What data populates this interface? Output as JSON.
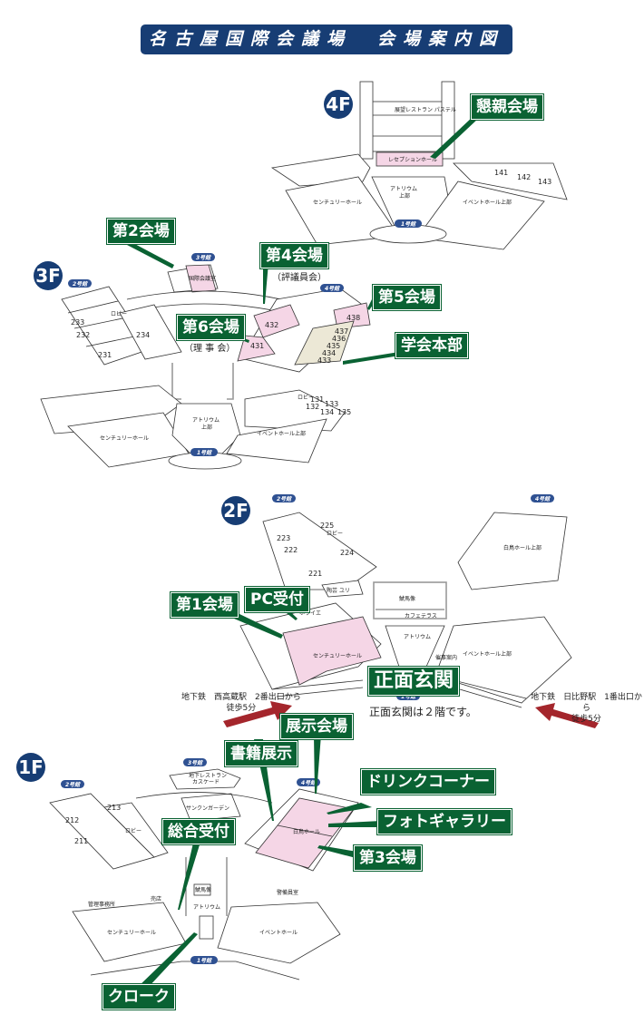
{
  "title": "名古屋国際会議場　会場案内図",
  "colors": {
    "navy": "#173d74",
    "callout_green": "#0a6233",
    "room_pink": "#f5d6e6",
    "arrow_red": "#a4262c"
  },
  "floors": {
    "f4": {
      "badge": "4F",
      "rooms": [
        "展望レストラン パステル",
        "レセプションホール",
        "アトリウム 上部",
        "センチュリーホール",
        "イベントホール上部",
        "141",
        "142",
        "143"
      ],
      "building_tag": "1号館",
      "callouts": [
        {
          "label": "懇親会場",
          "target": "レセプションホール"
        }
      ]
    },
    "f3": {
      "badge": "3F",
      "rooms": [
        "国際会議室",
        "ロビー",
        "233",
        "232",
        "231",
        "234",
        "432",
        "431",
        "438",
        "437",
        "436",
        "435",
        "434",
        "433",
        "ロビー",
        "131",
        "132",
        "133",
        "134",
        "135",
        "アトリウム 上部",
        "センチュリーホール",
        "イベントホール上部"
      ],
      "building_tags": [
        "2号館",
        "3号館",
        "4号館",
        "1号館"
      ],
      "callouts": [
        {
          "label": "第2会場",
          "target": "国際会議室"
        },
        {
          "label": "第4会場",
          "note": "（評議員会）",
          "target": "432"
        },
        {
          "label": "第5会場",
          "target": "438"
        },
        {
          "label": "第6会場",
          "note": "（理 事 会）",
          "target": "431"
        },
        {
          "label": "学会本部",
          "target": "433-437"
        }
      ]
    },
    "f2": {
      "badge": "2F",
      "rooms": [
        "225",
        "ロビー",
        "223",
        "222",
        "224",
        "221",
        "陶芸 ユリ",
        "鯱馬像",
        "カフェテラス",
        "ホワイエ",
        "アトリウム",
        "センチュリーホール",
        "催事案内",
        "イベントホール上部",
        "白鳥ホール上部"
      ],
      "building_tags": [
        "2号館",
        "4号館",
        "1号館"
      ],
      "callouts": [
        {
          "label": "第1会場",
          "target": "センチュリーホール"
        },
        {
          "label": "PC受付",
          "target": "ホワイエ"
        },
        {
          "label": "正面玄関",
          "target": "entrance"
        }
      ],
      "directions": {
        "left": "地下鉄　西高蔵駅　2番出口から\n徒歩5分",
        "right": "地下鉄　日比野駅　1番出口から\n徒歩5分"
      },
      "entrance_note": "正面玄関は２階です。"
    },
    "f1": {
      "badge": "1F",
      "rooms": [
        "地下レストラン カスケード",
        "サンクンガーデン",
        "213",
        "212",
        "211",
        "ロビー",
        "白鳥ホール",
        "鯱馬像",
        "管理事務所",
        "売店",
        "アトリウム",
        "警備員室",
        "センチュリーホール",
        "イベントホール"
      ],
      "building_tags": [
        "2号館",
        "3号館",
        "4号館",
        "1号館"
      ],
      "callouts": [
        {
          "label": "展示会場",
          "target": "白鳥ホール"
        },
        {
          "label": "書籍展示",
          "target": "corridor"
        },
        {
          "label": "ドリンクコーナー",
          "target": "白鳥ホール"
        },
        {
          "label": "フォトギャラリー",
          "target": "白鳥ホール"
        },
        {
          "label": "第3会場",
          "target": "白鳥ホール"
        },
        {
          "label": "総合受付",
          "target": "アトリウム"
        },
        {
          "label": "クローク",
          "target": "アトリウム"
        }
      ]
    }
  }
}
